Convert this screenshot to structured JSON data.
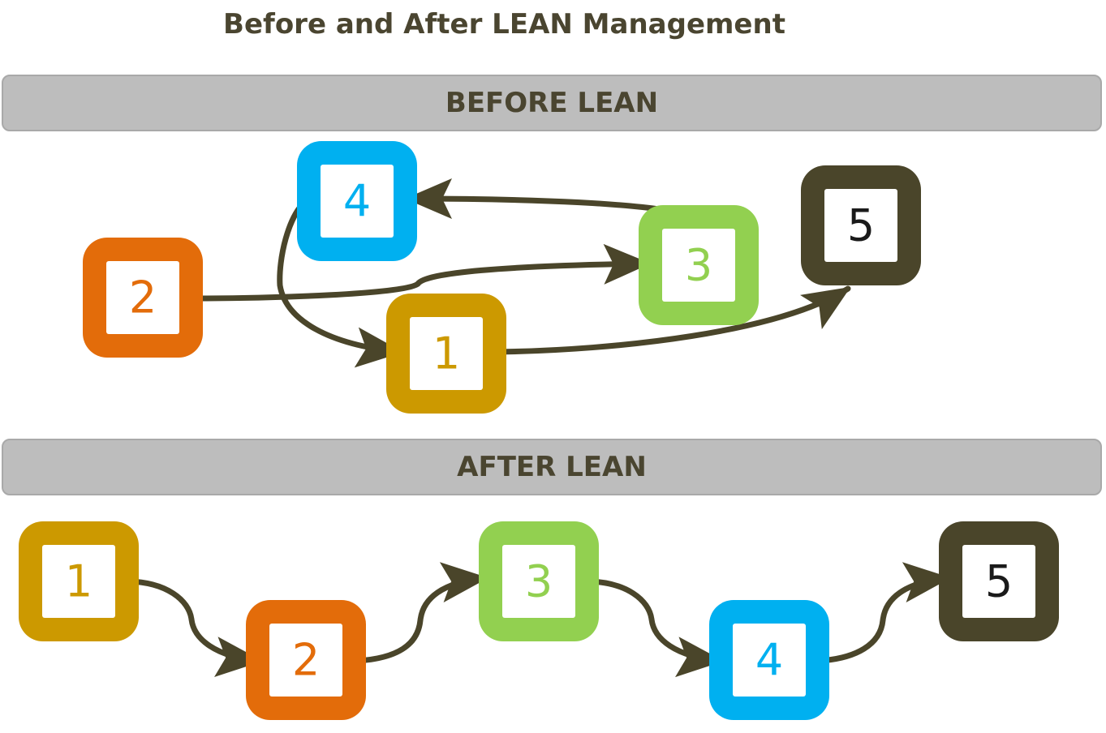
{
  "title": "Before and After LEAN Management",
  "before": {
    "heading": "BEFORE LEAN",
    "steps": [
      {
        "label": "2",
        "color": "#e36c0a"
      },
      {
        "label": "4",
        "color": "#00b0f0"
      },
      {
        "label": "1",
        "color": "#cc9900"
      },
      {
        "label": "3",
        "color": "#92d050"
      },
      {
        "label": "5",
        "color": "#4a452a"
      }
    ]
  },
  "after": {
    "heading": "AFTER LEAN",
    "steps": [
      {
        "label": "1",
        "color": "#cc9900"
      },
      {
        "label": "2",
        "color": "#e36c0a"
      },
      {
        "label": "3",
        "color": "#92d050"
      },
      {
        "label": "4",
        "color": "#00b0f0"
      },
      {
        "label": "5",
        "color": "#4a452a"
      }
    ]
  },
  "arrow_color": "#4a452a"
}
